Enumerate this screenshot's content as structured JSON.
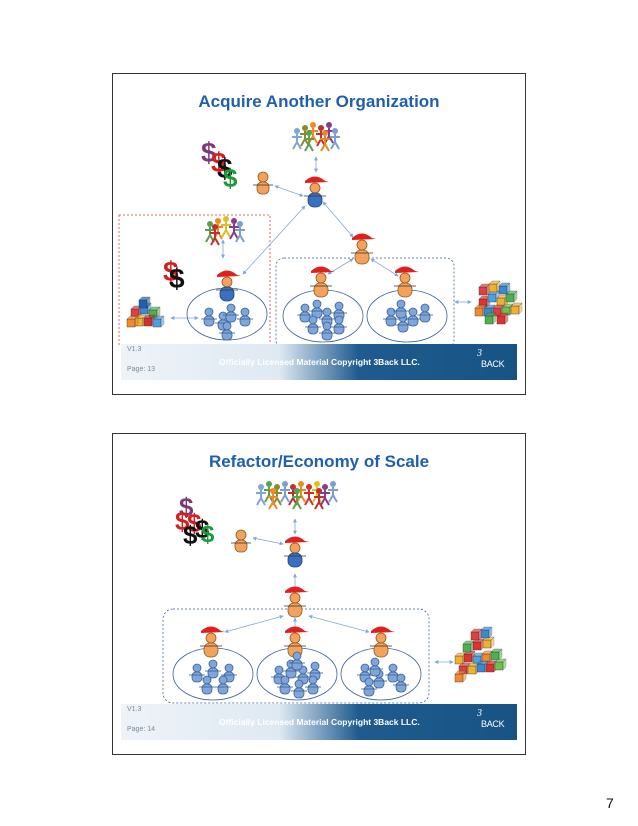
{
  "slides": [
    {
      "title": "Acquire Another Organization",
      "version": "V1.3",
      "page": "Page: 13",
      "license": "Officially Licensed Material Copyright 3Back LLC.",
      "logo_num": "3",
      "logo_text": "BACK"
    },
    {
      "title": "Refactor/Economy of Scale",
      "version": "V1.3",
      "page": "Page: 14",
      "license": "Officially Licensed Material Copyright 3Back LLC.",
      "logo_num": "3",
      "logo_text": "BACK"
    }
  ],
  "page_number": "7",
  "colors": {
    "title": "#1f5fae",
    "person_blue": "#7ea6d8",
    "person_orange": "#f2a25d",
    "hat_red": "#e02020",
    "dollar_purple": "#7a3a7a",
    "dollar_red": "#d22",
    "dollar_green": "#1a9a3a",
    "arrow": "#7fa8d8"
  }
}
